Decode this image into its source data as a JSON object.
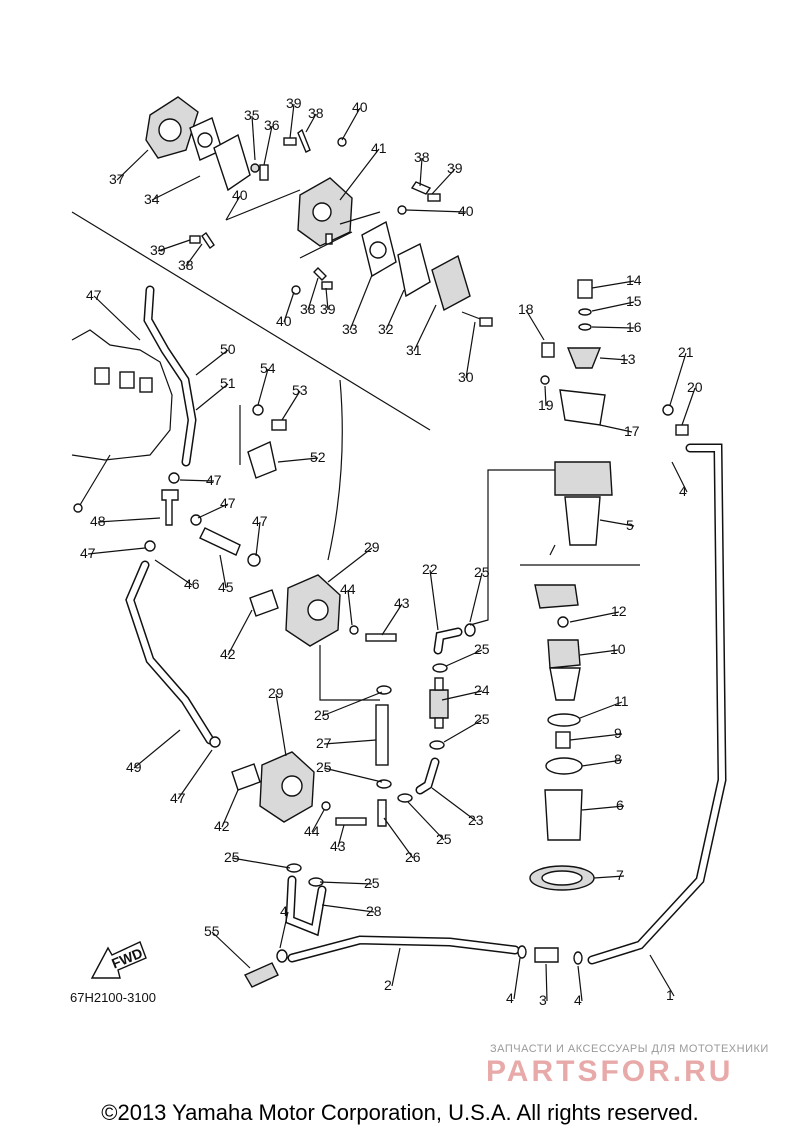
{
  "diagram": {
    "code": "67H2100-3100",
    "fwd_label": "FWD",
    "callouts": [
      "1",
      "2",
      "3",
      "4",
      "4",
      "4",
      "4",
      "5",
      "6",
      "7",
      "8",
      "9",
      "10",
      "11",
      "12",
      "13",
      "14",
      "15",
      "16",
      "17",
      "18",
      "19",
      "20",
      "21",
      "22",
      "23",
      "24",
      "25",
      "25",
      "25",
      "25",
      "25",
      "25",
      "25",
      "25",
      "26",
      "27",
      "28",
      "29",
      "29",
      "30",
      "31",
      "32",
      "33",
      "34",
      "35",
      "36",
      "37",
      "38",
      "38",
      "38",
      "38",
      "39",
      "39",
      "39",
      "39",
      "40",
      "40",
      "40",
      "40",
      "41",
      "42",
      "42",
      "43",
      "43",
      "44",
      "44",
      "45",
      "46",
      "47",
      "47",
      "47",
      "47",
      "47",
      "47",
      "48",
      "49",
      "50",
      "51",
      "52",
      "53",
      "54",
      "55"
    ]
  },
  "watermark": {
    "tagline": "ЗАПЧАСТИ И АКСЕССУАРЫ ДЛЯ МОТОТЕХНИКИ",
    "brand": "PARTSFOR.RU"
  },
  "copyright": "©2013 Yamaha Motor Corporation, U.S.A. All rights reserved."
}
